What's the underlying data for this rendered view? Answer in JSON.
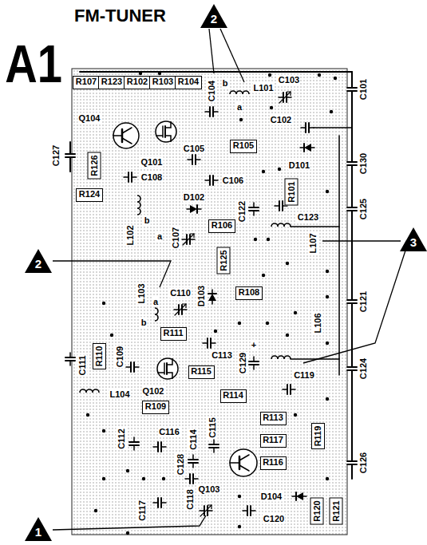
{
  "diagram": {
    "title": "FM-TUNER",
    "nodes": [
      {
        "text": [
          "2"
        ]
      },
      {
        "text": [
          "R107"
        ]
      },
      {
        "text": [
          "R123"
        ]
      },
      {
        "text": [
          "R102"
        ]
      },
      {
        "text": [
          "R103"
        ]
      },
      {
        "text": [
          "R104"
        ]
      },
      {
        "text": [
          "R105"
        ]
      },
      {
        "text": [
          "R126"
        ]
      },
      {
        "text": [
          "R101"
        ]
      },
      {
        "text": [
          "R124"
        ]
      },
      {
        "text": [
          "R106"
        ]
      },
      {
        "text": [
          "3"
        ]
      },
      {
        "text": [
          "2"
        ]
      },
      {
        "text": [
          "R125"
        ]
      },
      {
        "text": [
          "R108"
        ]
      },
      {
        "text": [
          "R111"
        ]
      },
      {
        "text": [
          "R110"
        ]
      },
      {
        "text": [
          "R115"
        ]
      },
      {
        "text": [
          "R114"
        ]
      },
      {
        "text": [
          "R109"
        ]
      },
      {
        "text": [
          "R113"
        ]
      },
      {
        "text": [
          "R119"
        ]
      },
      {
        "text": [
          "R117"
        ]
      },
      {
        "text": [
          "R116"
        ]
      },
      {
        "text": [
          "R120"
        ]
      },
      {
        "text": [
          "R121"
        ]
      },
      {
        "text": [
          "1"
        ]
      }
    ],
    "labels": [
      "A1",
      "Q104",
      "Q101",
      "C104",
      "L101",
      "b",
      "a",
      "C103",
      "C101",
      "C102",
      "D101",
      "C130",
      "C127",
      "C108",
      "C105",
      "C106",
      "D102",
      "C122",
      "C123",
      "C125",
      "b",
      "L102",
      "a",
      "C107",
      "L107",
      "C121",
      "L103",
      "a",
      "C110",
      "D103",
      "b",
      "L106",
      "C111",
      "C109",
      "C113",
      "+",
      "C129",
      "C124",
      "Q102",
      "L104",
      "C119",
      "C112",
      "C116",
      "C114",
      "C115",
      "C128",
      "Q103",
      "C126",
      "D104",
      "C117",
      "C118",
      "C120"
    ]
  }
}
